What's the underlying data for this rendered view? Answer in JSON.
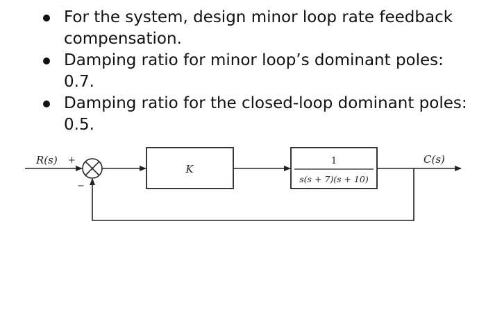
{
  "bullets": [
    "For the system, design minor loop rate feedback compensation.",
    "Damping ratio for minor loop’s dominant poles: 0.7.",
    "Damping ratio for the closed-loop dominant poles: 0.5."
  ],
  "diagram": {
    "input_label": "R(s)",
    "output_label": "C(s)",
    "plus_sign": "+",
    "minus_sign": "−",
    "gain_block_label": "K",
    "plant_numerator": "1",
    "plant_denominator": "s(s + 7)(s + 10)"
  }
}
